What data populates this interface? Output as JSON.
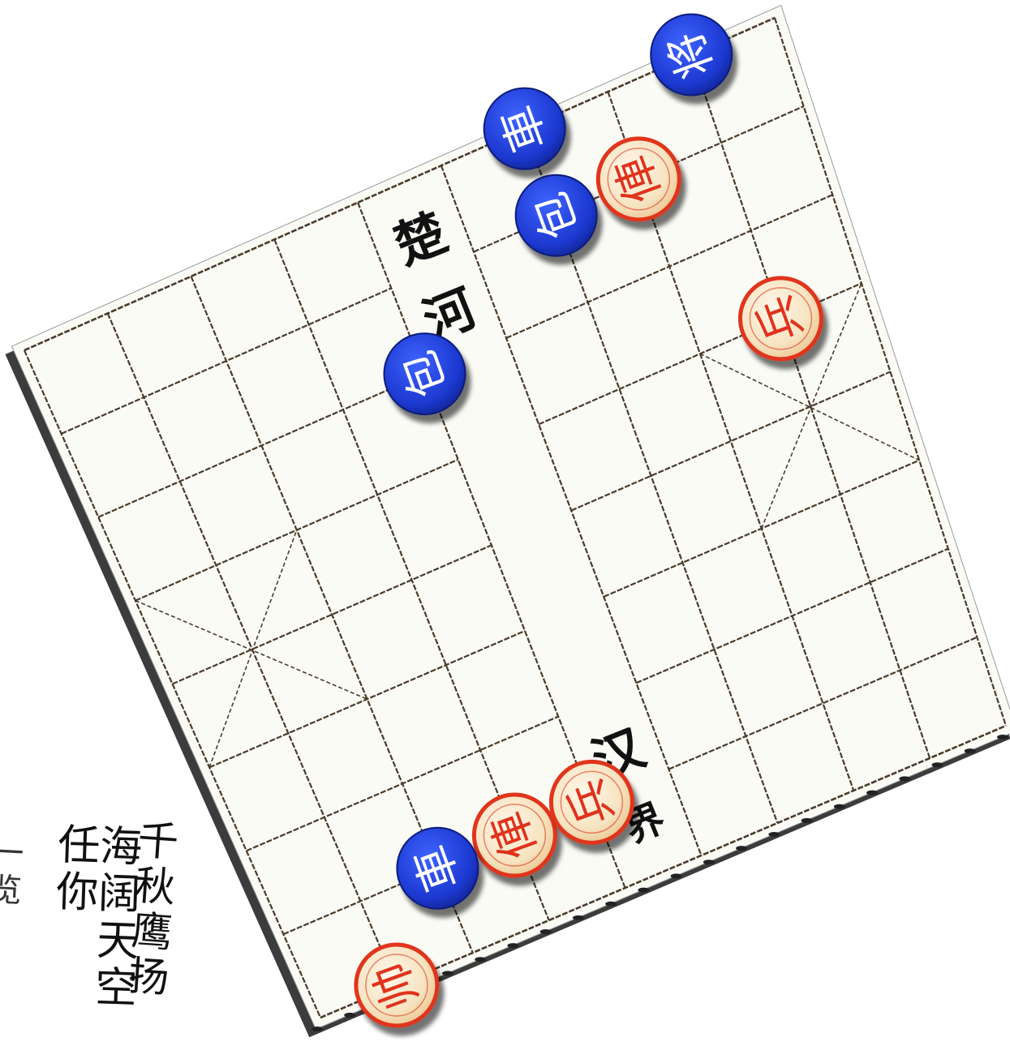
{
  "board": {
    "files": 9,
    "ranks": 10,
    "river": {
      "chu": "楚河",
      "han": "汉界"
    },
    "colors": {
      "paper": "#fbfbf6",
      "line": "#4a3b2a",
      "edge": "#222222",
      "red_piece_fill": "#f7e7c7",
      "red_piece_rim": "#e0341c",
      "red_text": "#e0301a",
      "blue_piece_fill": "#1f3fd6",
      "blue_text": "#ffffff"
    }
  },
  "pieces": [
    {
      "id": "red-general",
      "side": "red",
      "label": "帅",
      "file": 8,
      "rank": 1
    },
    {
      "id": "red-chariot-upper",
      "side": "red",
      "label": "俥",
      "file": 7,
      "rank": 3
    },
    {
      "id": "red-soldier-right",
      "side": "red",
      "label": "兵",
      "file": 7,
      "rank": 4
    },
    {
      "id": "red-soldier-left",
      "side": "red",
      "label": "兵",
      "file": 3,
      "rank": 8
    },
    {
      "id": "red-chariot-lower",
      "side": "red",
      "label": "俥",
      "file": 1,
      "rank": 7
    },
    {
      "id": "blue-chariot-upper",
      "side": "blue",
      "label": "車",
      "file": 7,
      "rank": 2
    },
    {
      "id": "blue-general",
      "side": "blue",
      "label": "将",
      "file": 0,
      "rank": 8
    },
    {
      "id": "blue-cannon-river",
      "side": "blue",
      "label": "包",
      "file": 2,
      "rank": 4
    },
    {
      "id": "blue-cannon-lower",
      "side": "blue",
      "label": "包",
      "file": 1,
      "rank": 6
    },
    {
      "id": "blue-chariot-lower",
      "side": "blue",
      "label": "車",
      "file": 0,
      "rank": 6
    }
  ],
  "poem": {
    "col1": "千秋鹰扬",
    "col2": "海阔天空任你",
    "col3": "一览"
  }
}
